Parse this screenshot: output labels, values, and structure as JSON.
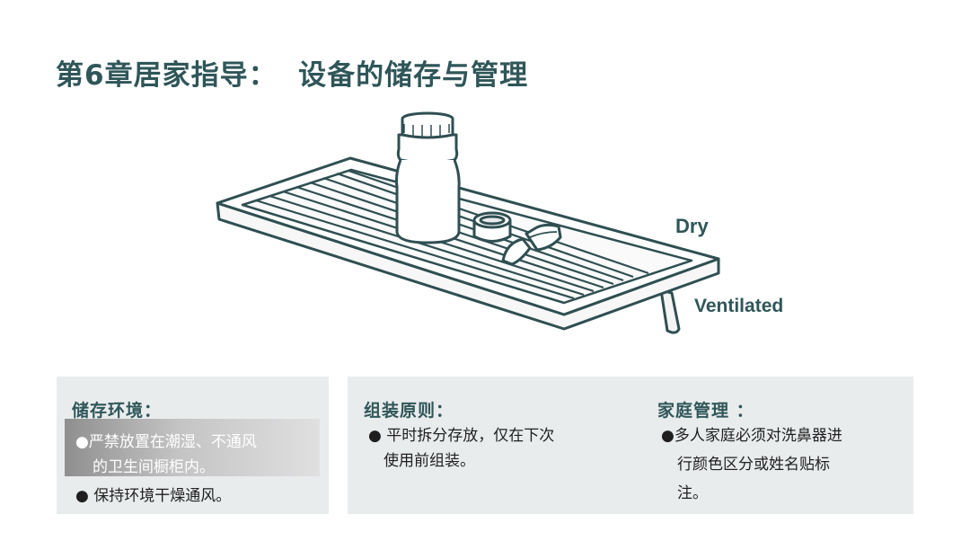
{
  "title": "第6章居家指导：  设备的储存与管理",
  "illustration": {
    "label_dry": "Dry",
    "label_ventilated": "Ventilated",
    "icons": [
      "drying-rack",
      "bottle",
      "cap",
      "nasal-tip"
    ]
  },
  "storage_env": {
    "heading": "储存环境：",
    "item1_line1": "●严禁放置在潮湿、不通风",
    "item1_line2": "的卫生间橱柜内。",
    "item2": "● 保持环境干燥通风。"
  },
  "assembly": {
    "heading": "组装原则：",
    "line1": "● 平时拆分存放，仅在下次",
    "line2": "使用前组装。"
  },
  "family": {
    "heading": "家庭管理 ：",
    "line1": "●多人家庭必须对洗鼻器进",
    "line2": "行颜色区分或姓名贴标",
    "line3": "注。"
  },
  "colors": {
    "title": "#2f5659",
    "panel_bg": "#e9eced",
    "line_art": "#2f4f52"
  }
}
